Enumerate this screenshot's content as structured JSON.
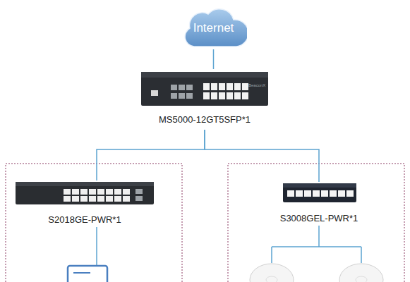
{
  "diagram": {
    "nodes": [
      {
        "text": [
          "Internet"
        ]
      },
      {
        "text": [
          "MS5000-12GT5SFP*1"
        ]
      },
      {
        "text": [
          "S2018GE-PWR*1"
        ]
      },
      {
        "text": [
          "S3008GEL-PWR*1"
        ]
      }
    ],
    "edges": [
      {
        "from": 0,
        "to": 1,
        "arrow": "none"
      },
      {
        "from": 1,
        "to": 2,
        "arrow": "none"
      },
      {
        "from": 1,
        "to": 3,
        "arrow": "none"
      }
    ],
    "labels": [
      "BeaconX"
    ]
  }
}
